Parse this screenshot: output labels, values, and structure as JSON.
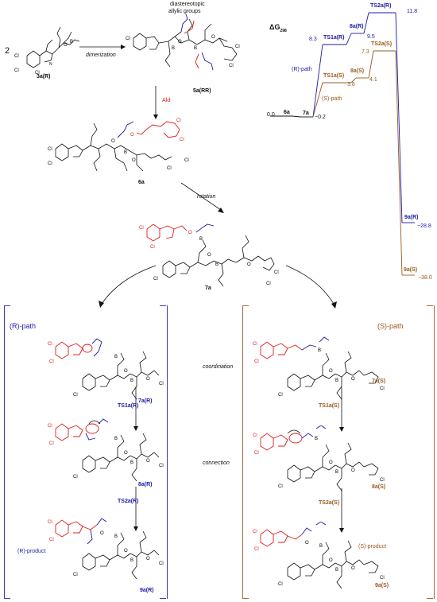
{
  "header": {
    "coefficient": "2",
    "diastereotopic_label_line1": "diastereotopic",
    "diastereotopic_label_line2": "allylic groups",
    "dimerization": "dimerization",
    "ald": "Ald",
    "rotation": "rotation"
  },
  "compounds": {
    "c3a": "3a(R)",
    "c5a": "5a(RR)",
    "c6a": "6a",
    "c7a": "7a",
    "c7aR": "7a(R)",
    "c7aS": "7a(S)",
    "c8aR": "8a(R)",
    "c8aS": "8a(S)",
    "c9aR": "9a(R)",
    "c9aS": "9a(S)"
  },
  "transition_states": {
    "ts1R": "TS1a(R)",
    "ts1S": "TS1a(S)",
    "ts2R": "TS2a(R)",
    "ts2S": "TS2a(S)"
  },
  "steps": {
    "coordination": "coordination",
    "connection": "connection"
  },
  "paths": {
    "r_path": "(R)-path",
    "s_path": "(S)-path",
    "r_product": "(R)-product",
    "s_product": "(S)-product"
  },
  "energy_diagram": {
    "title": "ΔG",
    "title_sub": "298",
    "levels": [
      {
        "name": "6a",
        "value": "0.0"
      },
      {
        "name": "7a",
        "value": "−0.2"
      },
      {
        "name": "TS1a(R)",
        "value": "8.3"
      },
      {
        "name": "8a(R)",
        "value": "9.5"
      },
      {
        "name": "TS2a(R)",
        "value": "11.8"
      },
      {
        "name": "9a(R)",
        "value": "−28.8"
      },
      {
        "name": "TS1a(S)",
        "value": "3.8"
      },
      {
        "name": "8a(S)",
        "value": "4.1"
      },
      {
        "name": "TS2a(S)",
        "value": "7.3"
      },
      {
        "name": "9a(S)",
        "value": "−38.0"
      }
    ],
    "r_path_label": "(R)-path",
    "s_path_label": "(S)-path"
  },
  "colors": {
    "r_path": "#1a1aa6",
    "s_path": "#9a5a1e",
    "aldehyde": "#e01b1b",
    "black": "#111111"
  }
}
